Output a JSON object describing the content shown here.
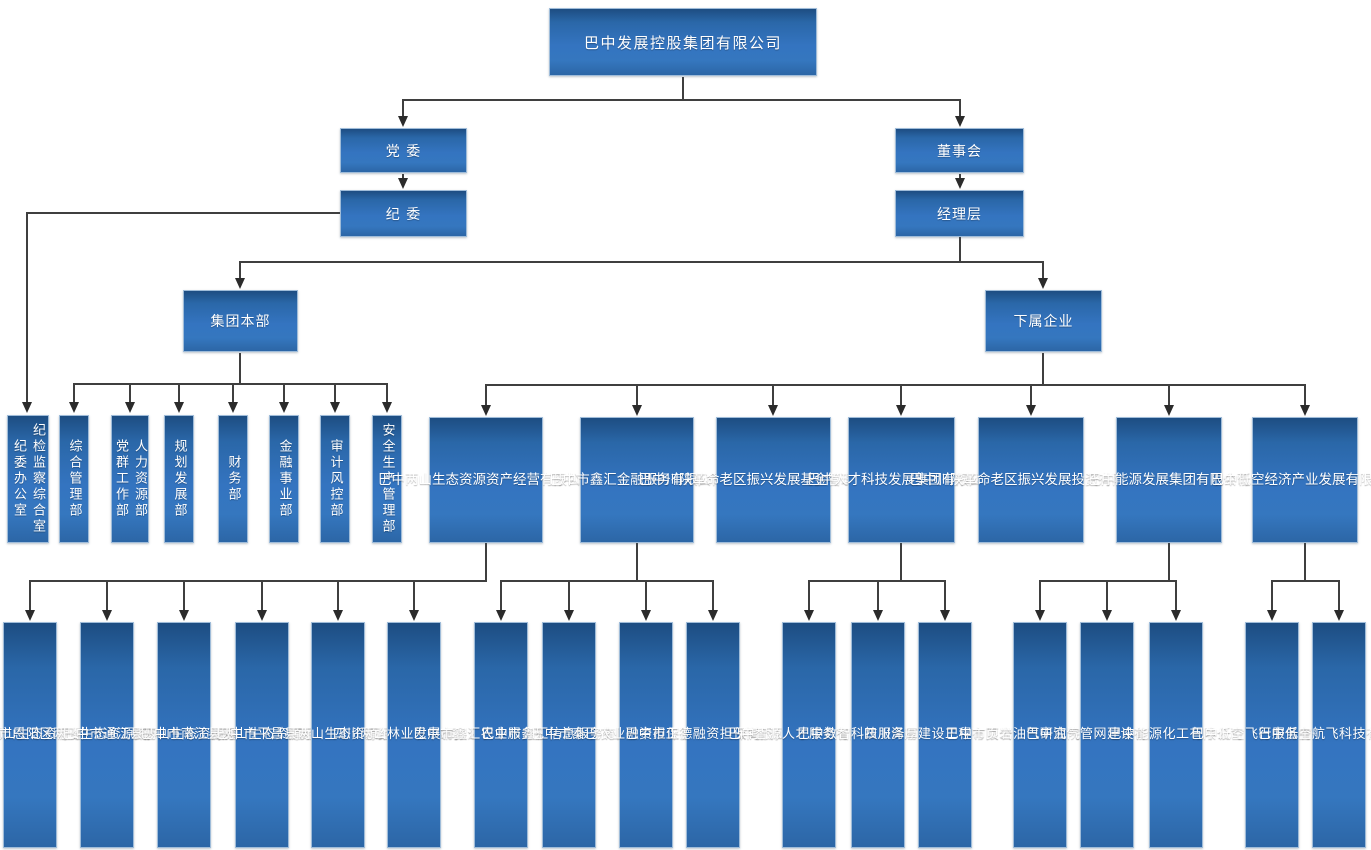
{
  "colors": {
    "box_gradient_top": "#1d4d82",
    "box_gradient_mid": "#3474c0",
    "box_gradient_bottom": "#2c66a6",
    "box_border": "#9fbcd9",
    "connector": "#3f3f3f",
    "text": "#ffffff",
    "background": "#ffffff"
  },
  "nodes": {
    "topco": {
      "label": "巴中发展控股集团有限公司",
      "lines": [
        "巴中发展控股集团有限公司"
      ]
    },
    "party_committee": {
      "label": "党 委",
      "lines": [
        "党 委"
      ]
    },
    "discipline_committee": {
      "label": "纪 委",
      "lines": [
        "纪 委"
      ]
    },
    "board": {
      "label": "董事会",
      "lines": [
        "董事会"
      ]
    },
    "management": {
      "label": "经理层",
      "lines": [
        "经理层"
      ]
    },
    "group_hq": {
      "label": "集团本部",
      "lines": [
        "集团本部"
      ]
    },
    "subsidiaries": {
      "label": "下属企业",
      "lines": [
        "下属企业"
      ]
    },
    "dept_discipline_office": {
      "label": "纪检监察综合室（纪委办公室）",
      "lines": [
        "纪检监察综合室",
        "纪委办公室"
      ]
    },
    "dept_general_admin": {
      "label": "综合管理部",
      "lines": [
        "综合管理部"
      ]
    },
    "dept_hr": {
      "label": "人力资源部（党群工作部）",
      "lines": [
        "人力资源部",
        "党群工作部"
      ]
    },
    "dept_planning": {
      "label": "规划发展部",
      "lines": [
        "规划发展部"
      ]
    },
    "dept_finance": {
      "label": "财务部",
      "lines": [
        "财务部"
      ]
    },
    "dept_financial_business": {
      "label": "金融事业部",
      "lines": [
        "金融事业部"
      ]
    },
    "dept_audit_risk": {
      "label": "审计风控部",
      "lines": [
        "审计风控部"
      ]
    },
    "dept_safety": {
      "label": "安全生产管理部",
      "lines": [
        "安全生产管理部"
      ]
    },
    "co_liangshan": {
      "label": "巴中两山生态资源资产经营有限公司",
      "lines": [
        "巴中两山生态",
        "资源资产经营",
        "有限公司"
      ]
    },
    "co_xinhui_finance": {
      "label": "巴中市鑫汇金融服务有限公司",
      "lines": [
        "巴中市鑫汇",
        "金融服务",
        "有限公司"
      ]
    },
    "co_fund_mgmt": {
      "label": "巴中川陕革命老区振兴发展基金管理有限公司",
      "lines": [
        "巴中川陕革",
        "命老区振兴",
        "发展基金管",
        "理有限公司"
      ]
    },
    "co_talent_tech": {
      "label": "巴中人才科技发展集团有限公司",
      "lines": [
        "巴中人才科",
        "技发展集团",
        "有限公司"
      ]
    },
    "co_revitalize_invest": {
      "label": "巴中川陕革命老区振兴发展投资有限公司",
      "lines": [
        "巴中川陕革",
        "命老区振兴",
        "发展投资",
        "有限公司"
      ]
    },
    "co_energy_dev": {
      "label": "巴中能源发展集团有限公司",
      "lines": [
        "巴中能源发",
        "展集团有限",
        "公司"
      ]
    },
    "co_lowaltitude": {
      "label": "巴中低空经济产业发展有限公司",
      "lines": [
        "巴中低空经",
        "济产业发展",
        "有限公司"
      ]
    },
    "sub_bazhou": {
      "label": "巴中市巴州区两山生态资源经营有限公司",
      "lines": [
        "巴中",
        "市巴",
        "州区",
        "两山",
        "生态",
        "资源",
        "经营",
        "有限",
        "公司"
      ]
    },
    "sub_enyang": {
      "label": "巴中市恩阳区两山生态资源资产经营有限公司",
      "lines": [
        "巴中",
        "市恩",
        "阳区",
        "两山",
        "生态",
        "资源",
        "资产",
        "经营",
        "有限",
        "公司"
      ]
    },
    "sub_tongjiang": {
      "label": "巴中市通江县两山生态资源经营有限公司",
      "lines": [
        "巴中",
        "市通",
        "江县",
        "两山",
        "生态",
        "资源",
        "经营",
        "有限",
        "公司"
      ]
    },
    "sub_nanjiang": {
      "label": "巴中市南江县两山生态资源经营有限公司",
      "lines": [
        "巴中",
        "市南",
        "江县",
        "两山",
        "生态",
        "资源",
        "经营",
        "有限",
        "公司"
      ]
    },
    "sub_pingchang": {
      "label": "巴中市平昌县两山生态资源经营有限公司",
      "lines": [
        "巴中",
        "市平",
        "昌县",
        "两山",
        "生态",
        "资源",
        "经营",
        "有限",
        "公司"
      ]
    },
    "sub_sichuan_forestry": {
      "label": "四川两山林业发展有限公司",
      "lines": [
        "四川",
        "两山",
        "林业",
        "发展",
        "有限",
        "公司"
      ]
    },
    "sub_xinhui_agri": {
      "label": "巴中市鑫汇农业服务有限公司",
      "lines": [
        "巴中",
        "市鑫",
        "汇农",
        "业服",
        "务有",
        "限公",
        "司"
      ]
    },
    "sub_xinhui_info": {
      "label": "巴中市鑫汇信息服务有限公司",
      "lines": [
        "巴中",
        "市鑫",
        "汇信",
        "息服",
        "务有",
        "限公",
        "司"
      ]
    },
    "sub_qinba_guarantee": {
      "label": "巴中市秦巴农业融资担保股份有限公司",
      "lines": [
        "巴中",
        "市秦",
        "巴农",
        "业融",
        "资担",
        "保股",
        "份有",
        "限公",
        "司"
      ]
    },
    "sub_zhengde_guarantee": {
      "label": "巴中市正德融资担保有限公司",
      "lines": [
        "巴中",
        "市正",
        "德融",
        "资担",
        "保有",
        "限公",
        "司"
      ]
    },
    "sub_zhiyuan_talent": {
      "label": "巴中智源人才服务有限公司",
      "lines": [
        "巴中",
        "智源",
        "人才",
        "服务",
        "有限",
        "公司"
      ]
    },
    "sub_shuzhi_tech": {
      "label": "巴中数智科技服务有限公司",
      "lines": [
        "巴中",
        "数智",
        "科技",
        "服务",
        "有限",
        "公司"
      ]
    },
    "sub_zehou_construction": {
      "label": "四川泽厚建设工程有限公司",
      "lines": [
        "四川",
        "泽厚",
        "建设",
        "工程",
        "有限",
        "公司"
      ]
    },
    "sub_shale_research": {
      "label": "巴中市页岩油气研究院有限公司",
      "lines": [
        "巴中",
        "市页",
        "岩油",
        "气研",
        "究院",
        "有限",
        "公司"
      ]
    },
    "sub_pipeline": {
      "label": "巴中油气管网建设有限公司",
      "lines": [
        "巴中",
        "油气",
        "管网",
        "建设",
        "有限",
        "公司"
      ]
    },
    "sub_energy_chem": {
      "label": "巴中能源化工有限公司",
      "lines": [
        "巴中",
        "能源",
        "化工",
        "有限",
        "公司"
      ]
    },
    "sub_flight_service": {
      "label": "巴中低空飞行服务有限公司",
      "lines": [
        "巴中",
        "低空",
        "飞行",
        "服务",
        "有限",
        "公司"
      ]
    },
    "sub_aviation_tech": {
      "label": "巴中低空航飞科技有限公司",
      "lines": [
        "巴中",
        "低空",
        "航飞",
        "科技",
        "有限",
        "公司"
      ]
    }
  },
  "hierarchy": {
    "topco": [
      "party_committee",
      "board"
    ],
    "party_committee": [
      "discipline_committee"
    ],
    "board": [
      "management"
    ],
    "discipline_committee": [
      "dept_discipline_office"
    ],
    "management": [
      "group_hq",
      "subsidiaries"
    ],
    "group_hq": [
      "dept_general_admin",
      "dept_hr",
      "dept_planning",
      "dept_finance",
      "dept_financial_business",
      "dept_audit_risk",
      "dept_safety"
    ],
    "subsidiaries": [
      "co_liangshan",
      "co_xinhui_finance",
      "co_fund_mgmt",
      "co_talent_tech",
      "co_revitalize_invest",
      "co_energy_dev",
      "co_lowaltitude"
    ],
    "co_liangshan": [
      "sub_bazhou",
      "sub_enyang",
      "sub_tongjiang",
      "sub_nanjiang",
      "sub_pingchang",
      "sub_sichuan_forestry"
    ],
    "co_xinhui_finance": [
      "sub_xinhui_agri",
      "sub_xinhui_info",
      "sub_qinba_guarantee",
      "sub_zhengde_guarantee"
    ],
    "co_talent_tech": [
      "sub_zhiyuan_talent",
      "sub_shuzhi_tech",
      "sub_zehou_construction"
    ],
    "co_energy_dev": [
      "sub_shale_research",
      "sub_pipeline",
      "sub_energy_chem"
    ],
    "co_lowaltitude": [
      "sub_flight_service",
      "sub_aviation_tech"
    ]
  }
}
